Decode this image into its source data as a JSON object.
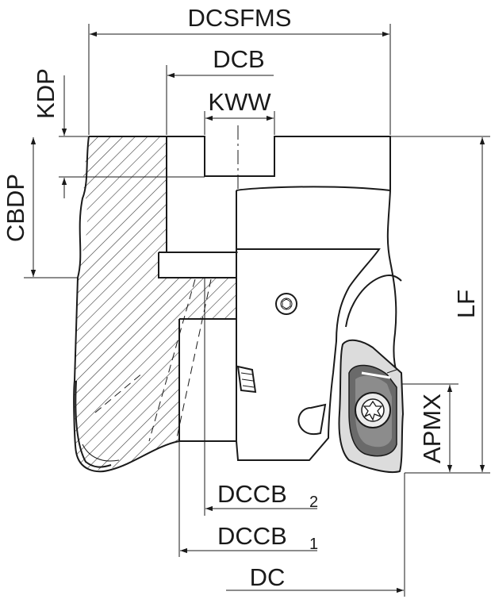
{
  "dimensions": {
    "dcsfms": "DCSFMS",
    "dcb": "DCB",
    "kww": "KWW",
    "kdp": "KDP",
    "cbdp": "CBDP",
    "lf": "LF",
    "apmx": "APMX",
    "dccb2_main": "DCCB",
    "dccb2_sub": "2",
    "dccb1_main": "DCCB",
    "dccb1_sub": "1",
    "dc": "DC"
  },
  "colors": {
    "line": "#1a1a1a",
    "hatch": "#3a3a3a",
    "insert_dark": "#555555",
    "insert_light": "#dcdcdc",
    "background": "#ffffff"
  }
}
